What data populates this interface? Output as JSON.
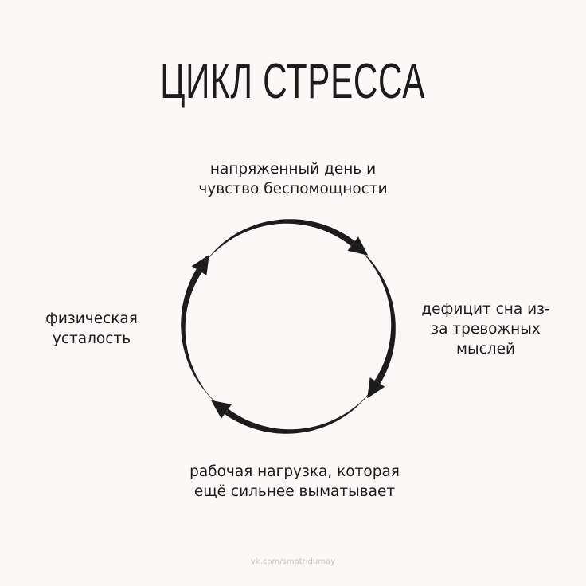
{
  "title": "ЦИКЛ СТРЕССА",
  "cycle": {
    "steps": [
      {
        "label": "напряженный день и\nчувство беспомощности"
      },
      {
        "label": "дефицит сна из-\nза тревожных\nмыслей"
      },
      {
        "label": "рабочая нагрузка, которая\nещё сильнее выматывает"
      },
      {
        "label": "физическая\nусталость"
      }
    ],
    "arrow_color": "#1c1c1c"
  },
  "watermark": "vk.com/smotridumay"
}
